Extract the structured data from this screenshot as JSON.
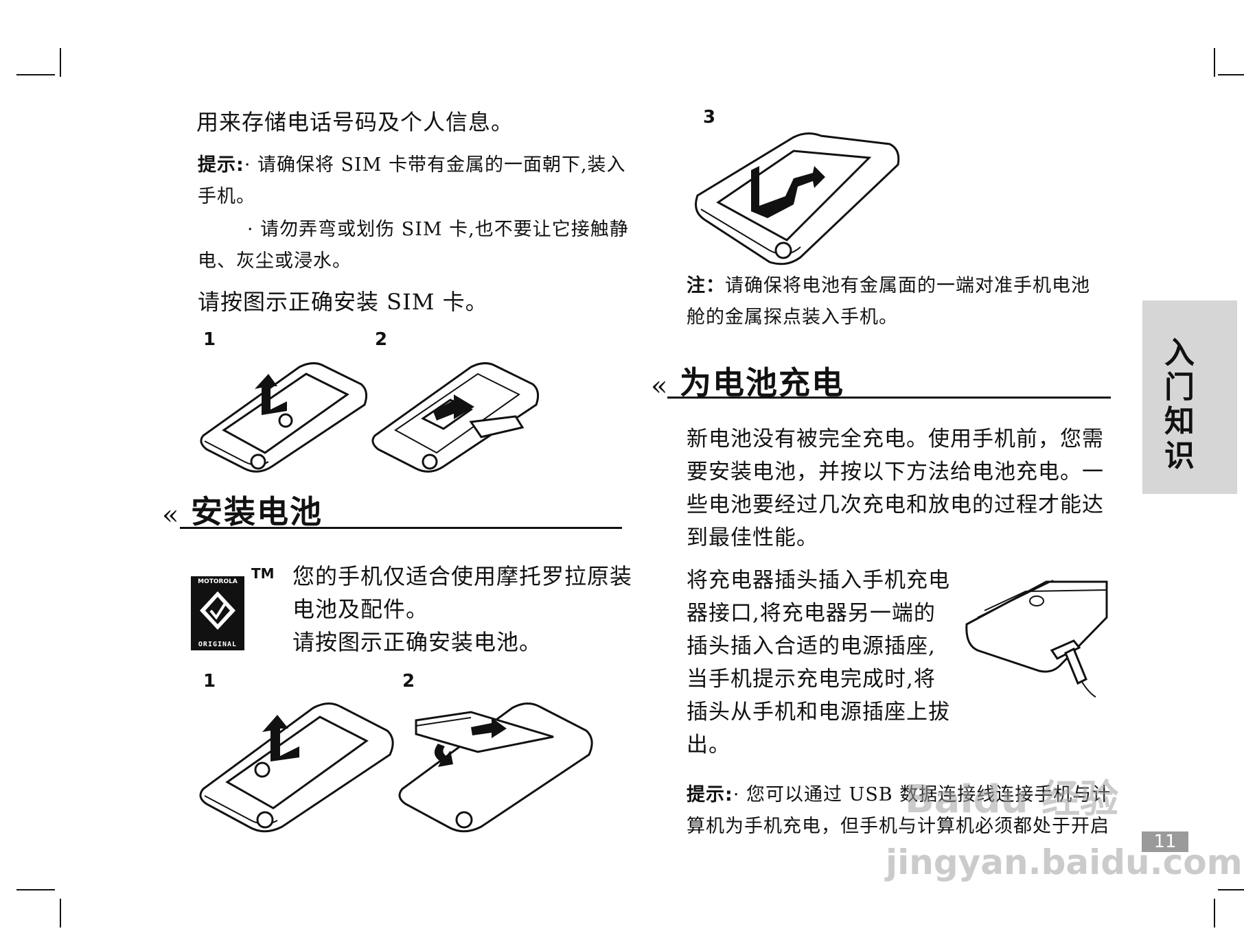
{
  "left": {
    "intro_line": "用来存储电话号码及个人信息。",
    "tip_label": "提示:",
    "tip1_a": "· 请确保将 SIM 卡带有金属的一面朝下,装入",
    "tip1_b": "手机。",
    "tip2_a": "· 请勿弄弯或划伤 SIM 卡,也不要让它接触静",
    "tip2_b": "电、灰尘或浸水。",
    "sim_instruction": "请按图示正确安装 SIM 卡。",
    "sim_steps": [
      "1",
      "2"
    ],
    "battery_heading": "安装电池",
    "logo_top": "MOTOROLA",
    "logo_bottom": "ORIGINAL",
    "tm": "TM",
    "battery_text_1": "您的手机仅适合使用摩托罗拉原装",
    "battery_text_2": "电池及配件。",
    "battery_text_3": "请按图示正确安装电池。",
    "battery_steps": [
      "1",
      "2"
    ]
  },
  "right": {
    "step3": "3",
    "note_label": "注：",
    "note_1": "请确保将电池有金属面的一端对准手机电池",
    "note_2": "舱的金属探点装入手机。",
    "charge_heading": "为电池充电",
    "charge_para": [
      "新电池没有被完全充电。使用手机前，您需",
      "要安装电池，并按以下方法给电池充电。一",
      "些电池要经过几次充电和放电的过程才能达",
      "到最佳性能。"
    ],
    "charger_para": [
      "将充电器插头插入手机充电",
      "器接口,将充电器另一端的",
      "插头插入合适的电源插座,",
      "当手机提示充电完成时,将",
      "插头从手机和电源插座上拔",
      "出。"
    ],
    "tip_label": "提示:",
    "tip_1": "· 您可以通过 USB 数据连接线连接手机与计",
    "tip_2": "算机为手机充电，但手机与计算机必须都处于开启"
  },
  "side_tab": "入门知识",
  "page_number": "11",
  "watermark": {
    "brand": "Baidu 经验",
    "url": "jingyan.baidu.com"
  }
}
